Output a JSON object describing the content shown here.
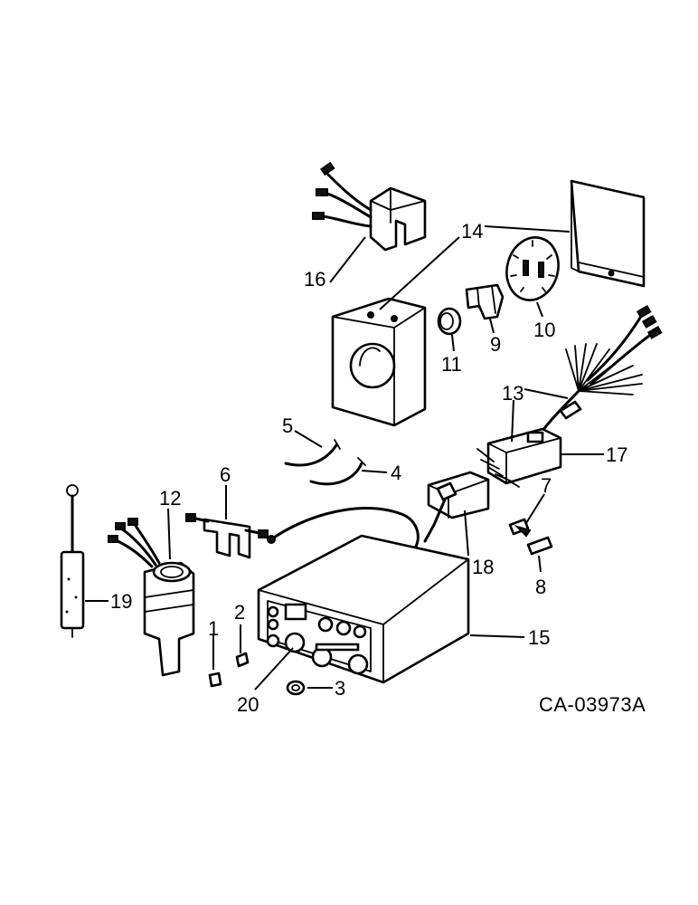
{
  "drawing_code": "CA-03973A",
  "callouts": [
    "1",
    "2",
    "3",
    "4",
    "5",
    "6",
    "7",
    "8",
    "9",
    "10",
    "11",
    "12",
    "13",
    "14",
    "15",
    "16",
    "17",
    "18",
    "19",
    "20"
  ]
}
